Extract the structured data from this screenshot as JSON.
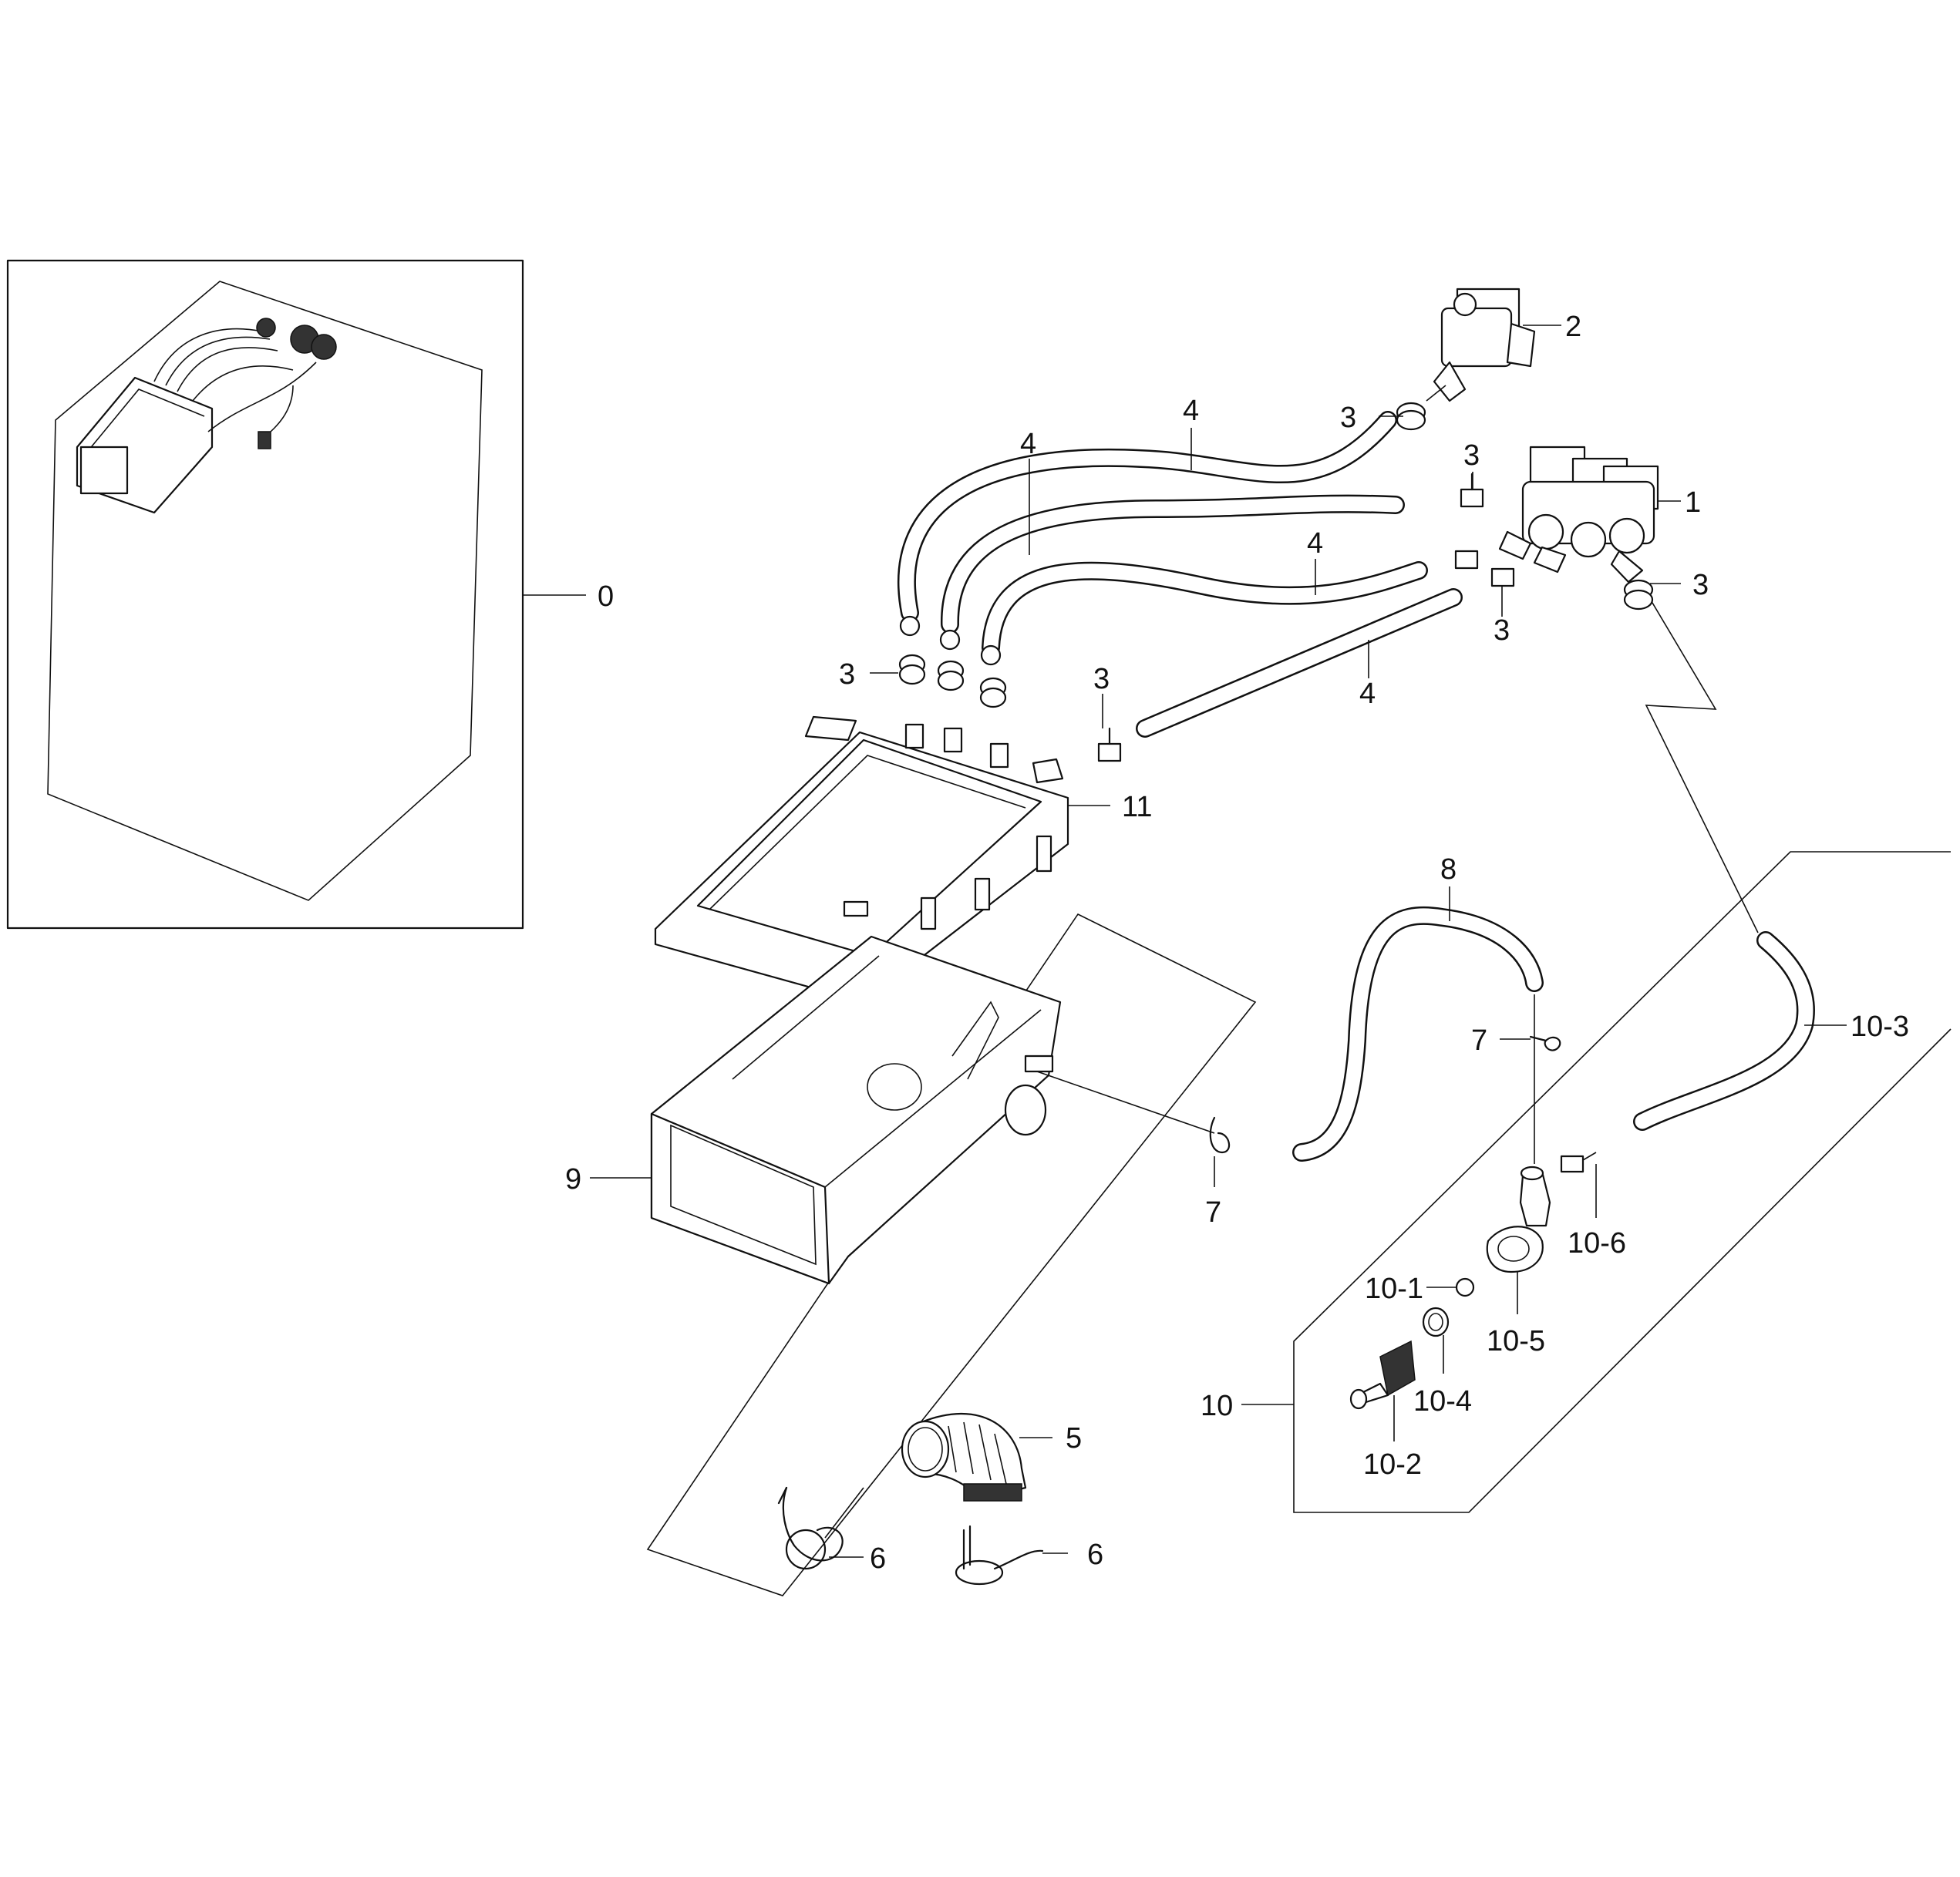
{
  "diagram": {
    "callouts": [
      {
        "id": "label-0",
        "text": "0"
      },
      {
        "id": "label-1",
        "text": "1"
      },
      {
        "id": "label-2",
        "text": "2"
      },
      {
        "id": "label-3a",
        "text": "3"
      },
      {
        "id": "label-3b",
        "text": "3"
      },
      {
        "id": "label-3c",
        "text": "3"
      },
      {
        "id": "label-3d",
        "text": "3"
      },
      {
        "id": "label-3e",
        "text": "3"
      },
      {
        "id": "label-3f",
        "text": "3"
      },
      {
        "id": "label-4a",
        "text": "4"
      },
      {
        "id": "label-4b",
        "text": "4"
      },
      {
        "id": "label-4c",
        "text": "4"
      },
      {
        "id": "label-4d",
        "text": "4"
      },
      {
        "id": "label-5",
        "text": "5"
      },
      {
        "id": "label-6a",
        "text": "6"
      },
      {
        "id": "label-6b",
        "text": "6"
      },
      {
        "id": "label-7a",
        "text": "7"
      },
      {
        "id": "label-7b",
        "text": "7"
      },
      {
        "id": "label-8",
        "text": "8"
      },
      {
        "id": "label-9",
        "text": "9"
      },
      {
        "id": "label-10",
        "text": "10"
      },
      {
        "id": "label-10-1",
        "text": "10-1"
      },
      {
        "id": "label-10-2",
        "text": "10-2"
      },
      {
        "id": "label-10-3",
        "text": "10-3"
      },
      {
        "id": "label-10-4",
        "text": "10-4"
      },
      {
        "id": "label-10-5",
        "text": "10-5"
      },
      {
        "id": "label-10-6",
        "text": "10-6"
      },
      {
        "id": "label-11",
        "text": "11"
      }
    ]
  }
}
